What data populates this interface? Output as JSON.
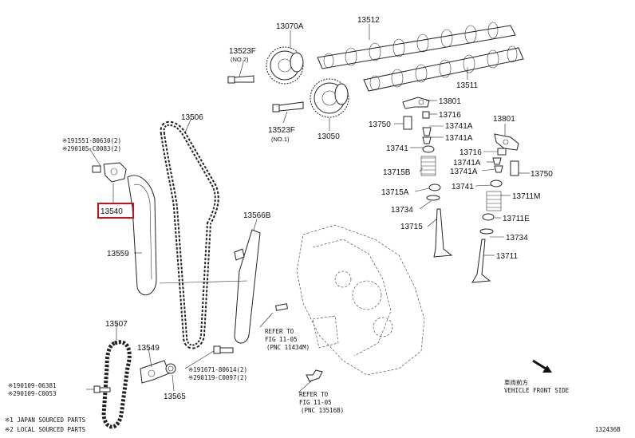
{
  "part_labels": {
    "p13070A": "13070A",
    "p13512": "13512",
    "p13523F_top": "13523F",
    "p13523F_top_sub": "(NO.2)",
    "p13511": "13511",
    "p13801_a": "13801",
    "p13801_b": "13801",
    "p13716_a": "13716",
    "p13716_b": "13716",
    "p13750_a": "13750",
    "p13750_b": "13750",
    "p13741A_a": "13741A",
    "p13741A_b": "13741A",
    "p13741A_c": "13741A",
    "p13741A_d": "13741A",
    "p13741_a": "13741",
    "p13741_b": "13741",
    "p13715B": "13715B",
    "p13715A": "13715A",
    "p13734_a": "13734",
    "p13734_b": "13734",
    "p13715": "13715",
    "p13711M": "13711M",
    "p13711E": "13711E",
    "p13711": "13711",
    "p13523F_bot": "13523F",
    "p13523F_bot_sub": "(NO.1)",
    "p13050": "13050",
    "p13506": "13506",
    "p13540": "13540",
    "p13559": "13559",
    "p13566B": "13566B",
    "p13507": "13507",
    "p13549": "13549",
    "p13565": "13565"
  },
  "bolt_callouts": {
    "top_left_1": "※191551-80630(2)",
    "top_left_2": "※290105-C0083(2)",
    "mid_1": "※191671-80614(2)",
    "mid_2": "※290119-C0097(2)",
    "bot_1": "※190109-06381",
    "bot_2": "※290109-C0053"
  },
  "refer": {
    "r1_line1": "REFER TO",
    "r1_line2": "FIG 11-05",
    "r1_line3": "(PNC 11434M)",
    "r2_line1": "REFER TO",
    "r2_line2": "FIG 11-05",
    "r2_line3": "(PNC 13516B)"
  },
  "direction": {
    "line1": "車両前方",
    "line2": "VEHICLE FRONT SIDE"
  },
  "footnotes": {
    "n1": "※1 JAPAN SOURCED PARTS",
    "n2": "※2 LOCAL SOURCED PARTS"
  },
  "illustration_id": "132436B",
  "highlight_color": "#c0151f",
  "line_color": "#222222"
}
